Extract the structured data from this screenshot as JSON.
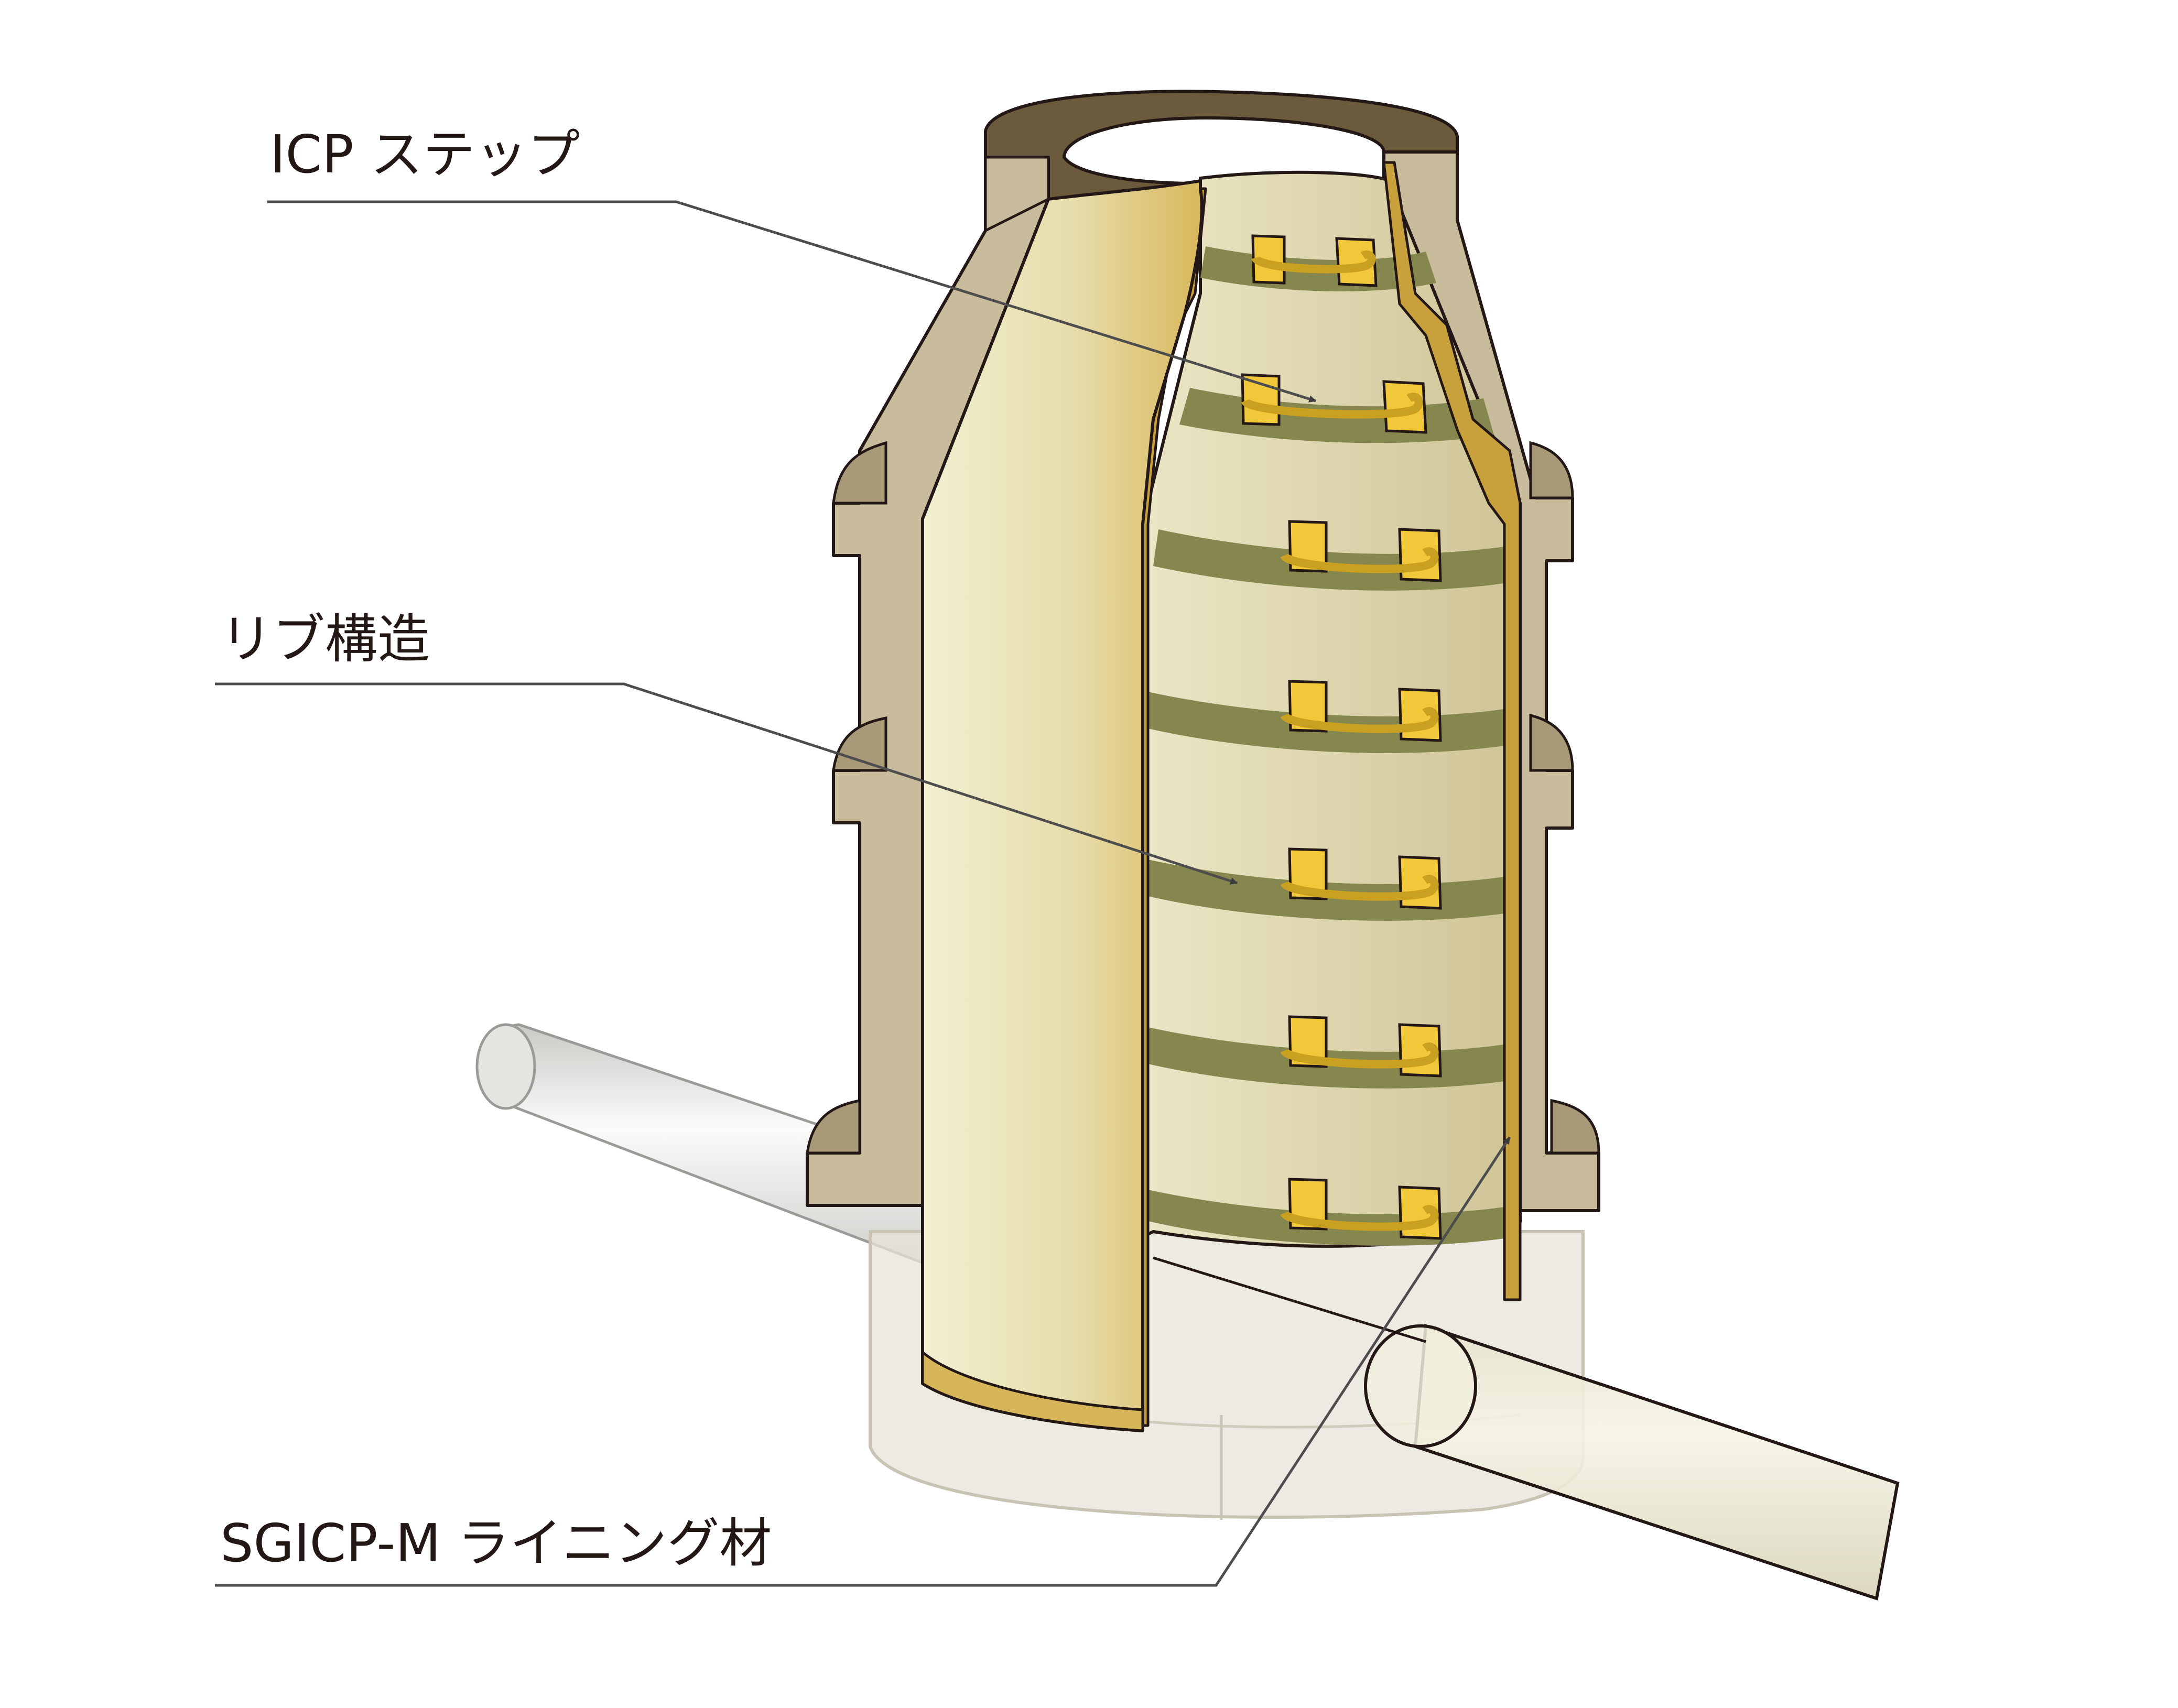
{
  "labels": {
    "icp_step": "ICP ステップ",
    "rib_structure": "リブ構造",
    "lining": "SGICP-M ライニング材"
  },
  "colors": {
    "outer_concrete": "#c9bc9c",
    "outer_concrete_dark": "#6b5a3c",
    "concrete_edge": "#a89a78",
    "liner_light": "#f1eecc",
    "liner_mid": "#e3d9a6",
    "liner_gold": "#d7b65a",
    "liner_edge": "#c9a13c",
    "rib_band": "#86874f",
    "step_gold": "#f1c83a",
    "step_gold_dark": "#caa021",
    "pipe_light": "#f7f7f5",
    "pipe_shade": "#d8d8d4",
    "pipe_inner": "#e9e6cf",
    "base_ghost": "#e8e6dc",
    "outline": "#231815",
    "leader": "#4d4d4d"
  }
}
